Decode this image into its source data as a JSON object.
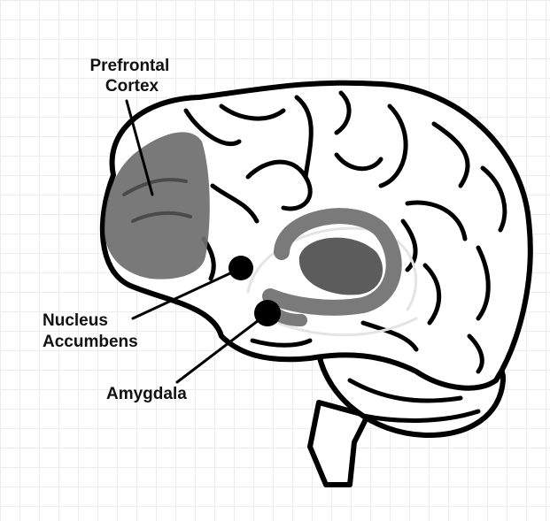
{
  "diagram": {
    "labels": {
      "prefrontal_cortex": [
        "Prefrontal",
        "Cortex"
      ],
      "nucleus_accumbens": [
        "Nucleus",
        "Accumbens"
      ],
      "amygdala": "Amygdala"
    },
    "colors": {
      "outline": "#000000",
      "prefrontal_fill": "#6e6e6e",
      "limbic_ring": "#7a7a7a",
      "thalamus_fill": "#5c5c5c",
      "grid": "#ececec"
    }
  }
}
